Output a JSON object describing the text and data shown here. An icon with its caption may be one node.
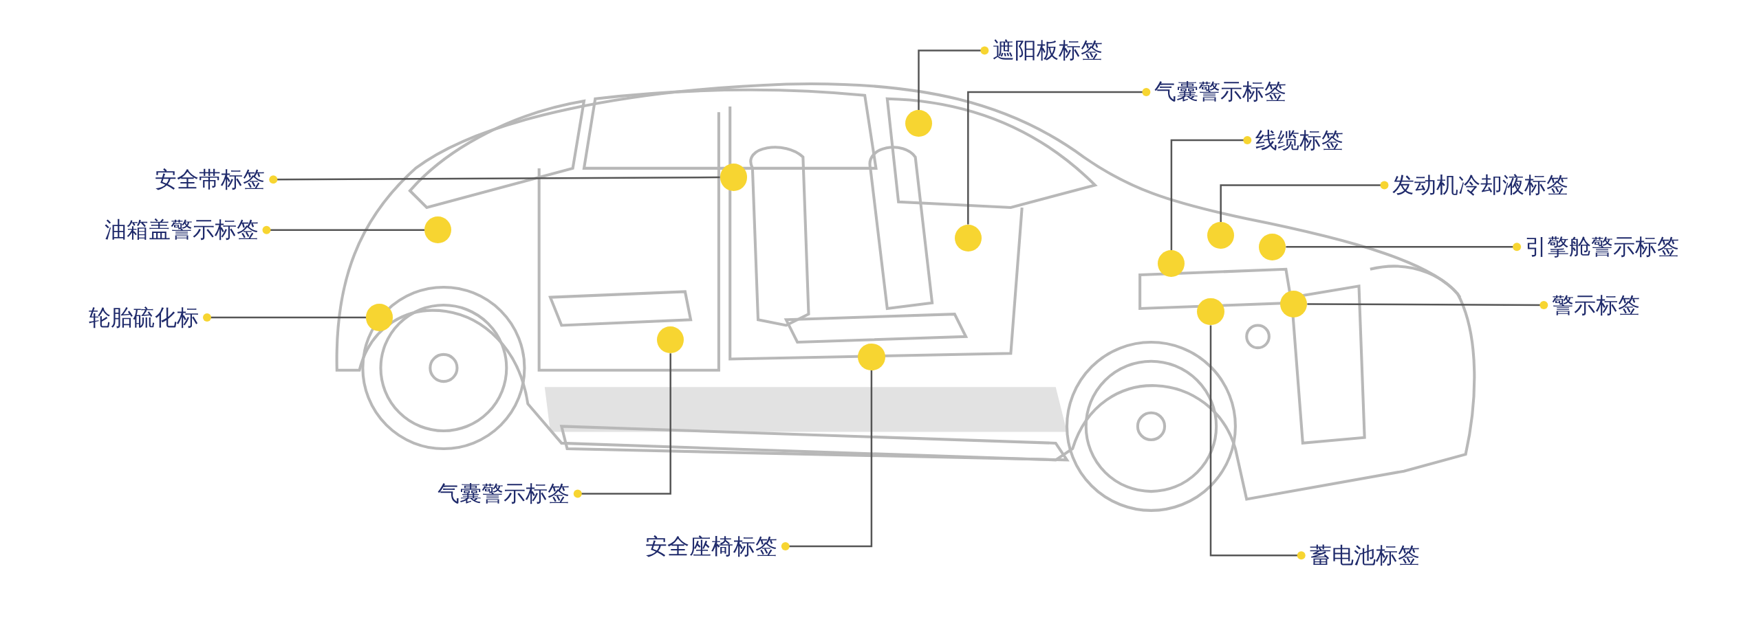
{
  "diagram": {
    "nodes": [
      {
        "text": [
          "遮阳板标签"
        ]
      },
      {
        "text": [],
        "shape": "circle"
      },
      {
        "text": [
          "气囊警示标签"
        ]
      },
      {
        "text": [],
        "shape": "circle"
      },
      {
        "text": [
          "线缆标签"
        ]
      },
      {
        "text": [],
        "shape": "circle"
      },
      {
        "text": [
          "安全带标签"
        ]
      },
      {
        "text": [],
        "shape": "circle"
      },
      {
        "text": [
          "发动机冷却液标签"
        ]
      },
      {
        "text": [],
        "shape": "circle"
      },
      {
        "text": [
          "油箱盖警示标签"
        ]
      },
      {
        "text": [],
        "shape": "circle"
      },
      {
        "text": [
          "引擎舱警示标签"
        ]
      },
      {
        "text": [],
        "shape": "circle"
      },
      {
        "text": [
          "警示标签"
        ]
      },
      {
        "text": [],
        "shape": "circle"
      },
      {
        "text": [
          "轮胎硫化标"
        ]
      },
      {
        "text": [],
        "shape": "circle"
      },
      {
        "text": [
          "气囊警示标签"
        ]
      },
      {
        "text": [],
        "shape": "circle"
      },
      {
        "text": [
          "安全座椅标签"
        ]
      },
      {
        "text": [],
        "shape": "circle"
      },
      {
        "text": [
          "蓄电池标签"
        ]
      },
      {
        "text": [],
        "shape": "circle"
      }
    ],
    "edges": [
      {
        "from": 0,
        "to": 1,
        "arrow": "other"
      },
      {
        "from": 2,
        "to": 3,
        "arrow": "other"
      },
      {
        "from": 4,
        "to": 5,
        "arrow": "other"
      },
      {
        "from": 6,
        "to": 7,
        "arrow": "other"
      },
      {
        "from": 8,
        "to": 9,
        "arrow": "other"
      },
      {
        "from": 10,
        "to": 11,
        "arrow": "other"
      },
      {
        "from": 12,
        "to": 13,
        "arrow": "other"
      },
      {
        "from": 14,
        "to": 15,
        "arrow": "other"
      },
      {
        "from": 16,
        "to": 17,
        "arrow": "other"
      },
      {
        "from": 18,
        "to": 19,
        "arrow": "other"
      },
      {
        "from": 20,
        "to": 21,
        "arrow": "other"
      },
      {
        "from": 22,
        "to": 23,
        "arrow": "other"
      }
    ]
  }
}
